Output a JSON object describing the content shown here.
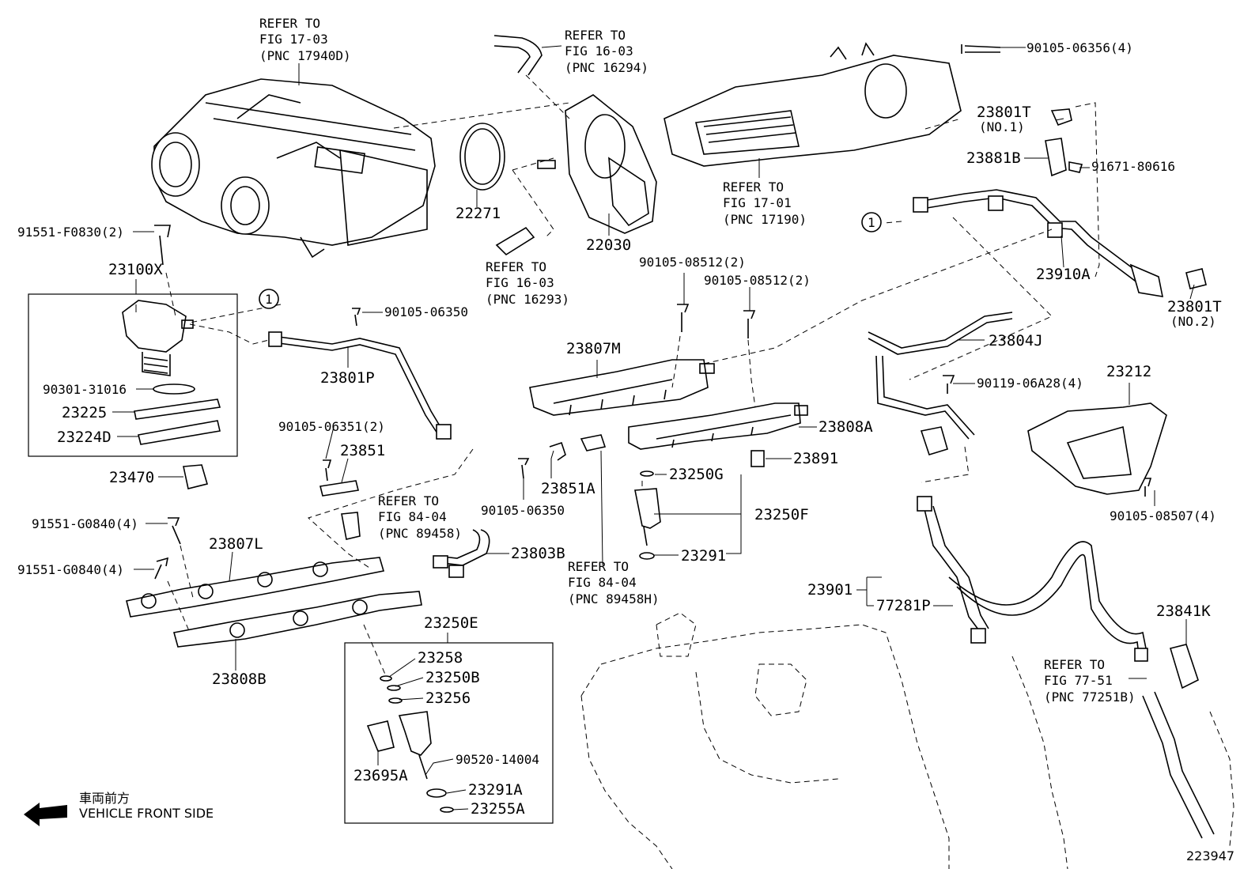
{
  "parts": {
    "p23100X": "23100X",
    "p91551F0830": "91551-F0830(2)",
    "p90301_31016": "90301-31016",
    "p23225": "23225",
    "p23224D": "23224D",
    "p23470": "23470",
    "p22271": "22271",
    "p22030": "22030",
    "p90105_06356": "90105-06356(4)",
    "p23801T_1": "23801T",
    "no1": "(NO.1)",
    "p23881B": "23881B",
    "p91671_80616": "91671-80616",
    "p23910A": "23910A",
    "p23801T_2": "23801T",
    "no2": "(NO.2)",
    "p90105_06350_a": "90105-06350",
    "p23801P": "23801P",
    "p90105_06351": "90105-06351(2)",
    "p23851": "23851",
    "p90105_08512_a": "90105-08512(2)",
    "p90105_08512_b": "90105-08512(2)",
    "p23807M": "23807M",
    "p23804J": "23804J",
    "p90119_06A28": "90119-06A28(4)",
    "p23212": "23212",
    "p23808A": "23808A",
    "p23891": "23891",
    "p23851A": "23851A",
    "p90105_06350_b": "90105-06350",
    "p23250G": "23250G",
    "p23250F": "23250F",
    "p23291": "23291",
    "p90105_08507": "90105-08507(4)",
    "p91551G0840_a": "91551-G0840(4)",
    "p91551G0840_b": "91551-G0840(4)",
    "p23807L": "23807L",
    "p23803B": "23803B",
    "p23808B": "23808B",
    "p23250E": "23250E",
    "p23258": "23258",
    "p23250B": "23250B",
    "p23256": "23256",
    "p90520_14004": "90520-14004",
    "p23695A": "23695A",
    "p23291A": "23291A",
    "p23255A": "23255A",
    "p23901": "23901",
    "p77281P": "77281P",
    "p23841K": "23841K",
    "circle1": "1"
  },
  "refs": {
    "r1": {
      "l1": "REFER TO",
      "l2": "FIG 17-03",
      "l3": "(PNC 17940D)"
    },
    "r2": {
      "l1": "REFER TO",
      "l2": "FIG 16-03",
      "l3": "(PNC 16294)"
    },
    "r3": {
      "l1": "REFER TO",
      "l2": "FIG 17-01",
      "l3": "(PNC 17190)"
    },
    "r4": {
      "l1": "REFER TO",
      "l2": "FIG 16-03",
      "l3": "(PNC 16293)"
    },
    "r5": {
      "l1": "REFER TO",
      "l2": "FIG 84-04",
      "l3": "(PNC 89458)"
    },
    "r6": {
      "l1": "REFER TO",
      "l2": "FIG 84-04",
      "l3": "(PNC 89458H)"
    },
    "r7": {
      "l1": "REFER TO",
      "l2": "FIG 77-51",
      "l3": "(PNC 77251B)"
    }
  },
  "direction": {
    "jp": "車両前方",
    "en": "VEHICLE FRONT SIDE"
  },
  "figure_id": "223947"
}
